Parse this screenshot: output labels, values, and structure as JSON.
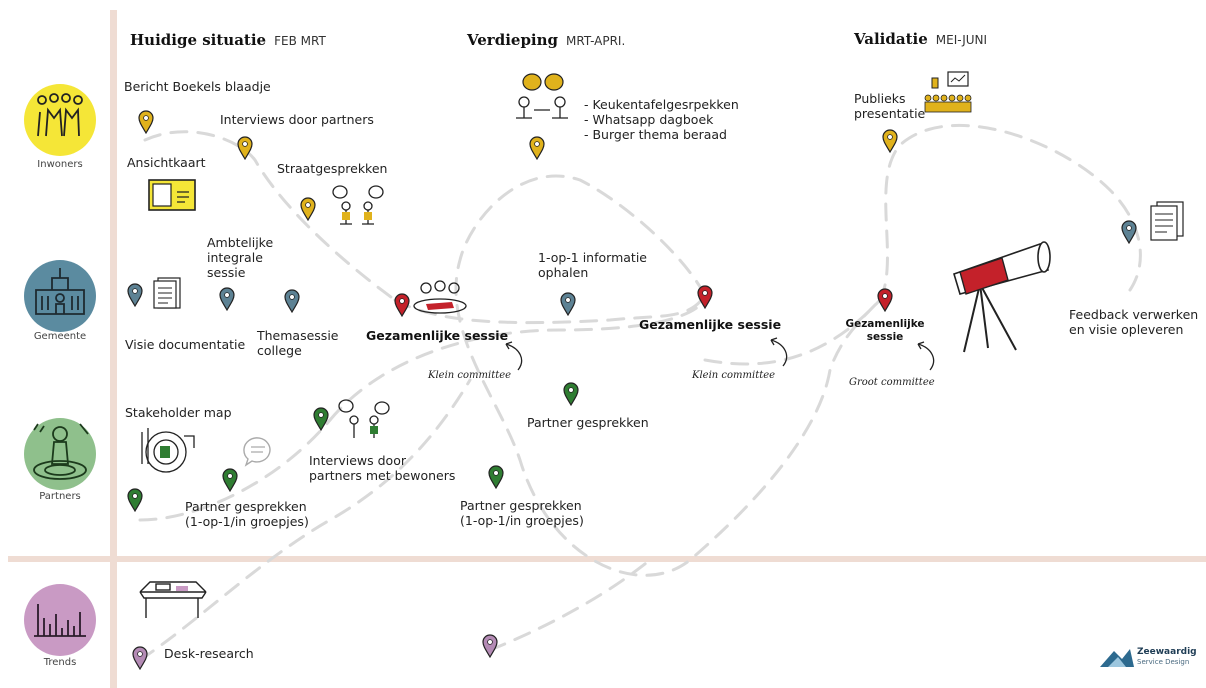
{
  "colors": {
    "divider": "#efdcd3",
    "inwoners": "#f5e637",
    "gemeente": "#5b8ba0",
    "partners": "#8fc08c",
    "trends": "#c99ac4",
    "pin_yellow": "#e0b21c",
    "pin_blue": "#5d8294",
    "pin_red": "#c4212a",
    "pin_green": "#2f7d32",
    "pin_purple": "#b48bb5"
  },
  "phases": [
    {
      "title": "Huidige situatie",
      "period": "FEB MRT"
    },
    {
      "title": "Verdieping",
      "period": "MRT-APRI."
    },
    {
      "title": "Validatie",
      "period": "MEI-JUNI"
    }
  ],
  "roles": {
    "inwoners": "Inwoners",
    "gemeente": "Gemeente",
    "partners": "Partners",
    "trends": "Trends"
  },
  "labels": {
    "bericht": "Bericht Boekels blaadje",
    "interviews_partners": "Interviews door partners",
    "ansichtkaart": "Ansichtkaart",
    "straatgesprekken": "Straatgesprekken",
    "ambtelijke_1": "Ambtelijke",
    "ambtelijke_2": "integrale",
    "ambtelijke_3": "sessie",
    "visie_doc": "Visie documentatie",
    "themasessie_1": "Themasessie",
    "themasessie_2": "college",
    "gezamenlijke_1": "Gezamenlijke sessie",
    "klein_1": "Klein committee",
    "stakeholder": "Stakeholder map",
    "interviews_bewoners_1": "Interviews door",
    "interviews_bewoners_2": "partners met bewoners",
    "partner_gesprekken_1a": "Partner gesprekken",
    "partner_gesprekken_1b": "(1-op-1/in groepjes)",
    "verdieping_list_1": "- Keukentafelgesrpekken",
    "verdieping_list_2": "- Whatsapp dagboek",
    "verdieping_list_3": "- Burger thema beraad",
    "info_1": "1-op-1 informatie",
    "info_2": "ophalen",
    "gezamenlijke_2": "Gezamenlijke sessie",
    "partner_gesprekken_mid": "Partner gesprekken",
    "partner_gesprekken_2a": "Partner gesprekken",
    "partner_gesprekken_2b": "(1-op-1/in groepjes)",
    "klein_2": "Klein committee",
    "publieks_1": "Publieks",
    "publieks_2": "presentatie",
    "gezamenlijke_3a": "Gezamenlijke",
    "gezamenlijke_3b": "sessie",
    "groot": "Groot committee",
    "feedback_1": "Feedback verwerken",
    "feedback_2": "en visie opleveren",
    "desk": "Desk-research"
  },
  "icons": {
    "pin": "map-pin-icon",
    "telescope": "telescope-icon",
    "document": "document-icon",
    "postcard": "postcard-icon",
    "table": "table-icon",
    "arrow": "curved-arrow-icon"
  },
  "logo": {
    "name": "Zeewaardig",
    "tagline": "Service Design"
  }
}
